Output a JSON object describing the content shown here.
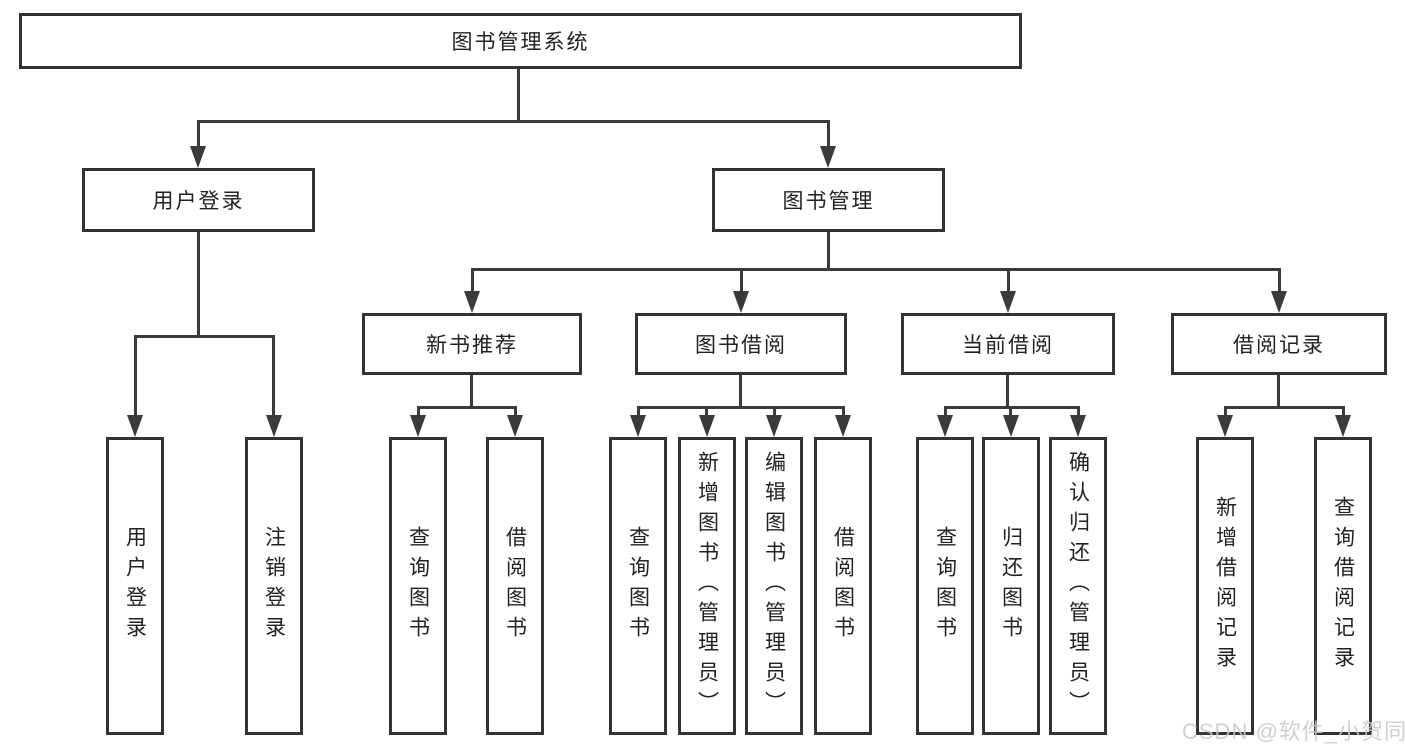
{
  "diagram": {
    "title": "图书管理系统",
    "level2": [
      {
        "label": "用户登录"
      },
      {
        "label": "图书管理"
      }
    ],
    "level3": [
      {
        "label": "新书推荐"
      },
      {
        "label": "图书借阅"
      },
      {
        "label": "当前借阅"
      },
      {
        "label": "借阅记录"
      }
    ],
    "leaves": [
      {
        "label": "用户登录"
      },
      {
        "label": "注销登录"
      },
      {
        "label": "查询图书"
      },
      {
        "label": "借阅图书"
      },
      {
        "label": "查询图书"
      },
      {
        "label": "新增图书（管理员）"
      },
      {
        "label": "编辑图书（管理员）"
      },
      {
        "label": "借阅图书"
      },
      {
        "label": "查询图书"
      },
      {
        "label": "归还图书"
      },
      {
        "label": "确认归还（管理员）"
      },
      {
        "label": "新增借阅记录"
      },
      {
        "label": "查询借阅记录"
      }
    ],
    "watermark": "CSDN @软件_小贺同学",
    "colors": {
      "line": "#3a3a3a",
      "border": "#333333",
      "text": "#222222"
    }
  }
}
